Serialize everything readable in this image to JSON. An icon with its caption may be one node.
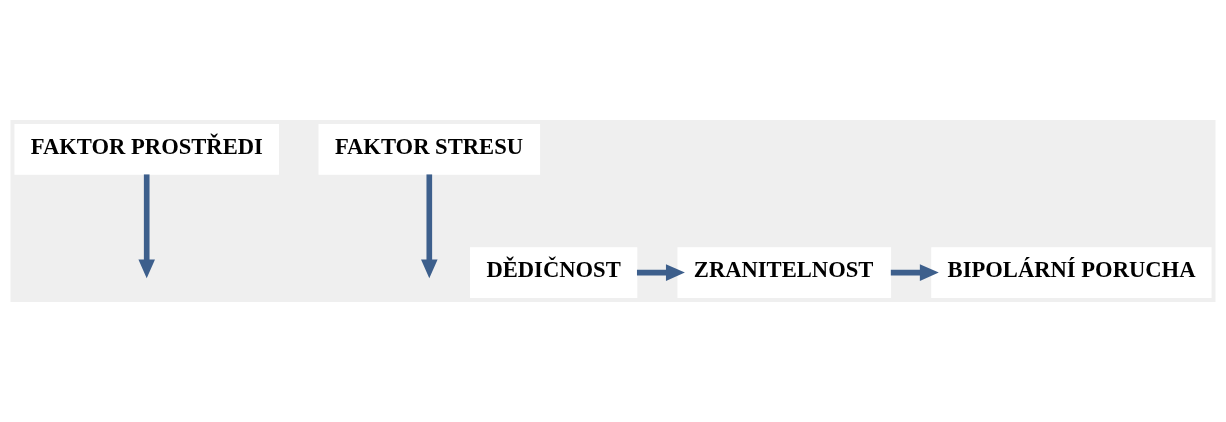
{
  "diagram": {
    "nodes": [
      {
        "text": [
          "FAKTOR PROSTŘEDI"
        ]
      },
      {
        "text": [
          "FAKTOR STRESU"
        ]
      },
      {
        "text": [
          "DĚDIČNOST"
        ]
      },
      {
        "text": [
          "ZRANITELNOST"
        ]
      },
      {
        "text": [
          "BIPOLÁRNÍ PORUCHA"
        ]
      }
    ],
    "edges": [
      {
        "from": 0,
        "to": null,
        "arrow": "to"
      },
      {
        "from": 1,
        "to": null,
        "arrow": "to"
      },
      {
        "from": 2,
        "to": 3,
        "arrow": "to"
      },
      {
        "from": 3,
        "to": 4,
        "arrow": "to"
      }
    ]
  }
}
